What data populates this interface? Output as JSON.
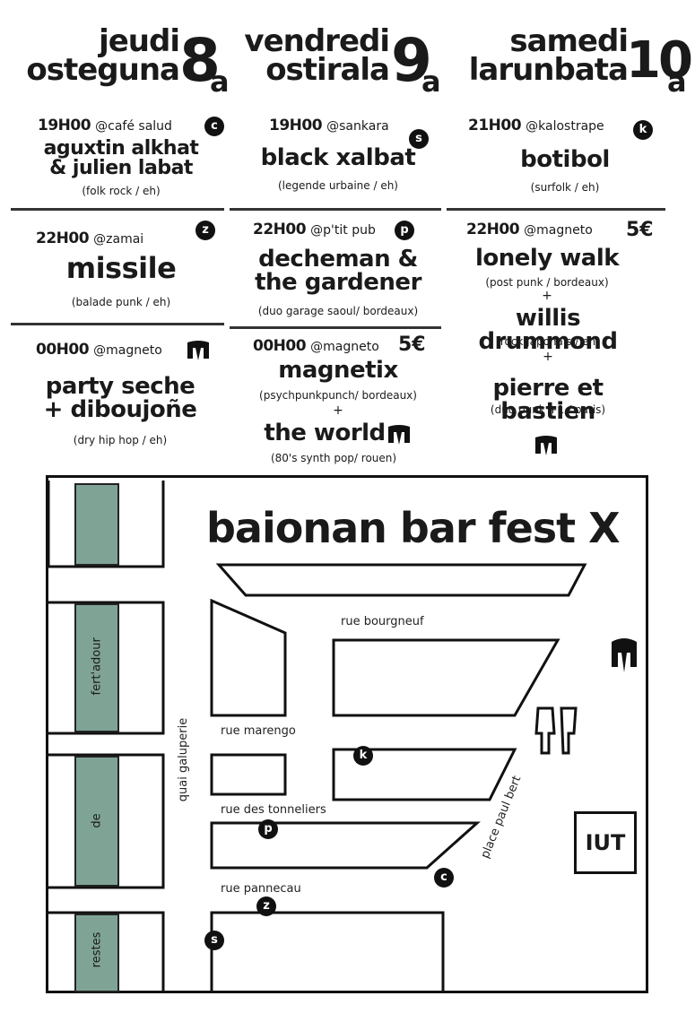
{
  "days": [
    {
      "name": "jeudi",
      "basque": "osteguna",
      "number": "8",
      "suffix": "a"
    },
    {
      "name": "vendredi",
      "basque": "ostirala",
      "number": "9",
      "suffix": "a"
    },
    {
      "name": "samedi",
      "basque": "larunbata",
      "number": "10",
      "suffix": "a"
    }
  ],
  "rows": [
    [
      {
        "time": "19H00",
        "venue": "@café salud",
        "badge": "c",
        "bands": [
          "aguxtin alkhat",
          "& julien labat"
        ],
        "genre": "(folk rock / eh)"
      },
      {
        "time": "19H00",
        "venue": "@sankara",
        "badge": "s",
        "bands": [
          "black xalbat"
        ],
        "genre": "(legende urbaine / eh)"
      },
      {
        "time": "21H00",
        "venue": "@kalostrape",
        "badge": "k",
        "bands": [
          "botibol"
        ],
        "genre": "(surfolk / eh)"
      }
    ],
    [
      {
        "time": "22H00",
        "venue": "@zamai",
        "badge": "z",
        "bands": [
          "missile"
        ],
        "genre": "(balade punk / eh)"
      },
      {
        "time": "22H00",
        "venue": "@p'tit pub",
        "badge": "p",
        "bands": [
          "decheman &",
          "the gardener"
        ],
        "genre": "(duo garage saoul/ bordeaux)"
      },
      {
        "time": "22H00",
        "venue": "@magneto",
        "price": "5€",
        "bands": [
          "lonely walk"
        ],
        "genre": "(post punk  / bordeaux)",
        "extra": [
          {
            "band": "willis drummond",
            "genre": "(rock japonais / eh)"
          },
          {
            "band": "pierre et bastien",
            "genre": "(duo punk +1  / paris)"
          }
        ],
        "plus": "+"
      }
    ],
    [
      {
        "time": "00H00",
        "venue": "@magneto",
        "bands": [
          "party seche",
          "+ diboujoñe"
        ],
        "genre": "(dry hip hop / eh)"
      },
      {
        "time": "00H00",
        "venue": "@magneto",
        "price": "5€",
        "bands": [
          "magnetix"
        ],
        "genre": "(psychpunkpunch/ bordeaux)",
        "plus": "+",
        "extra": [
          {
            "band": "the world",
            "genre": "(80's synth pop/ rouen)"
          }
        ]
      }
    ]
  ],
  "map": {
    "title": "baionan bar fest X",
    "streets": {
      "bourgneuf": "rue bourgneuf",
      "marengo": "rue marengo",
      "tonneliers": "rue des tonneliers",
      "pannecau": "rue pannecau",
      "quai": "quai galuperie",
      "place": "place paul bert"
    },
    "green_labels": [
      "fert'adour",
      "de",
      "restes"
    ],
    "iut": "IUT",
    "badges": {
      "k": "k",
      "p": "p",
      "c": "c",
      "z": "z",
      "s": "s"
    },
    "colors": {
      "green": "#7fa496",
      "ink": "#111111"
    }
  }
}
